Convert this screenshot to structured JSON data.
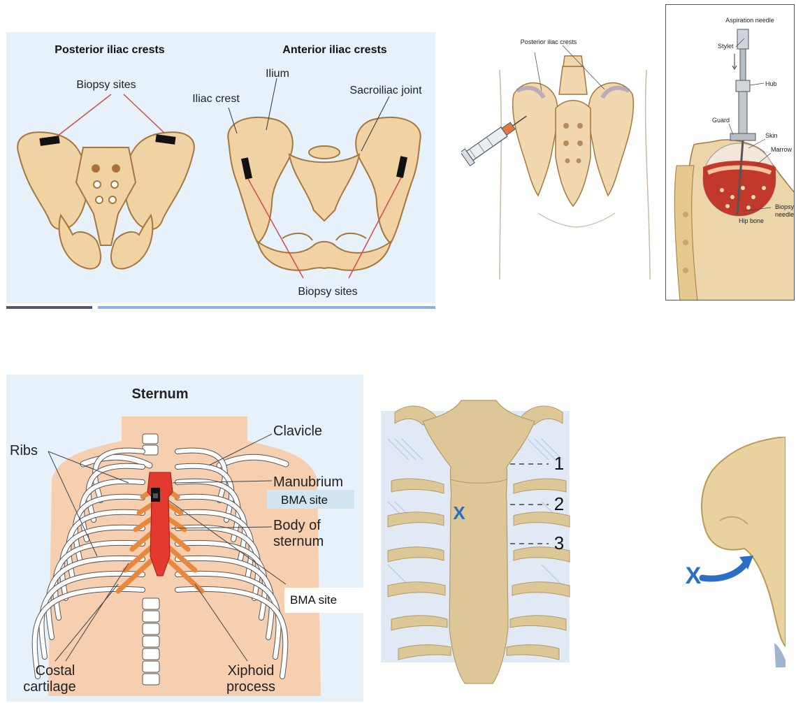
{
  "pelvis_panel": {
    "title_posterior": "Posterior iliac crests",
    "title_anterior": "Anterior iliac crests",
    "label_biopsy_sites_top": "Biopsy sites",
    "label_ilium": "Ilium",
    "label_iliac_crest": "Iliac crest",
    "label_sacroiliac_joint": "Sacroiliac joint",
    "label_biopsy_sites_bottom": "Biopsy sites",
    "colors": {
      "background": "#e6f1f9",
      "bone": "#f1d3a3",
      "bone_outline": "#a5773f",
      "site_marker": "#111111",
      "pointer_line": "#d8474d"
    }
  },
  "slide_accent": {
    "colors": {
      "dark_bar": "#585470",
      "light_bar": "#8cb1df"
    }
  },
  "aspiration_panel": {
    "label_posterior_iliac_crests": "Posterior iliac crests"
  },
  "needle_inset": {
    "label_aspiration_needle": "Aspiration needle",
    "label_stylet": "Stylet",
    "label_hub": "Hub",
    "label_guard": "Guard",
    "label_skin": "Skin",
    "label_marrow": "Marrow",
    "label_hip_bone": "Hip bone",
    "label_biopsy_needle_line1": "Biopsy",
    "label_biopsy_needle_line2": "needle"
  },
  "sternum_panel": {
    "title": "Sternum",
    "label_ribs": "Ribs",
    "label_clavicle": "Clavicle",
    "label_manubrium": "Manubrium",
    "label_bma_site_1": "BMA site",
    "label_body_line1": "Body of",
    "label_body_line2": "sternum",
    "label_bma_site_2": "BMA site",
    "label_costal_line1": "Costal",
    "label_costal_line2": "cartilage",
    "label_xiphoid_line1": "Xiphoid",
    "label_xiphoid_line2": "process",
    "colors": {
      "background": "#e6f1f9",
      "skin": "#f6cfb0",
      "sternum": "#e23a2e",
      "cartilage": "#e8883f",
      "rib": "#ffffff"
    }
  },
  "sternum_closeup": {
    "marker": "X",
    "interspace_1": "1",
    "interspace_2": "2",
    "interspace_3": "3",
    "colors": {
      "bone": "#ddc796",
      "marker": "#2a6fc4",
      "muscle": "#c7d8ec"
    }
  },
  "side_view": {
    "marker": "X",
    "colors": {
      "bone": "#e9d29f",
      "arrow": "#2a6fc4"
    }
  }
}
